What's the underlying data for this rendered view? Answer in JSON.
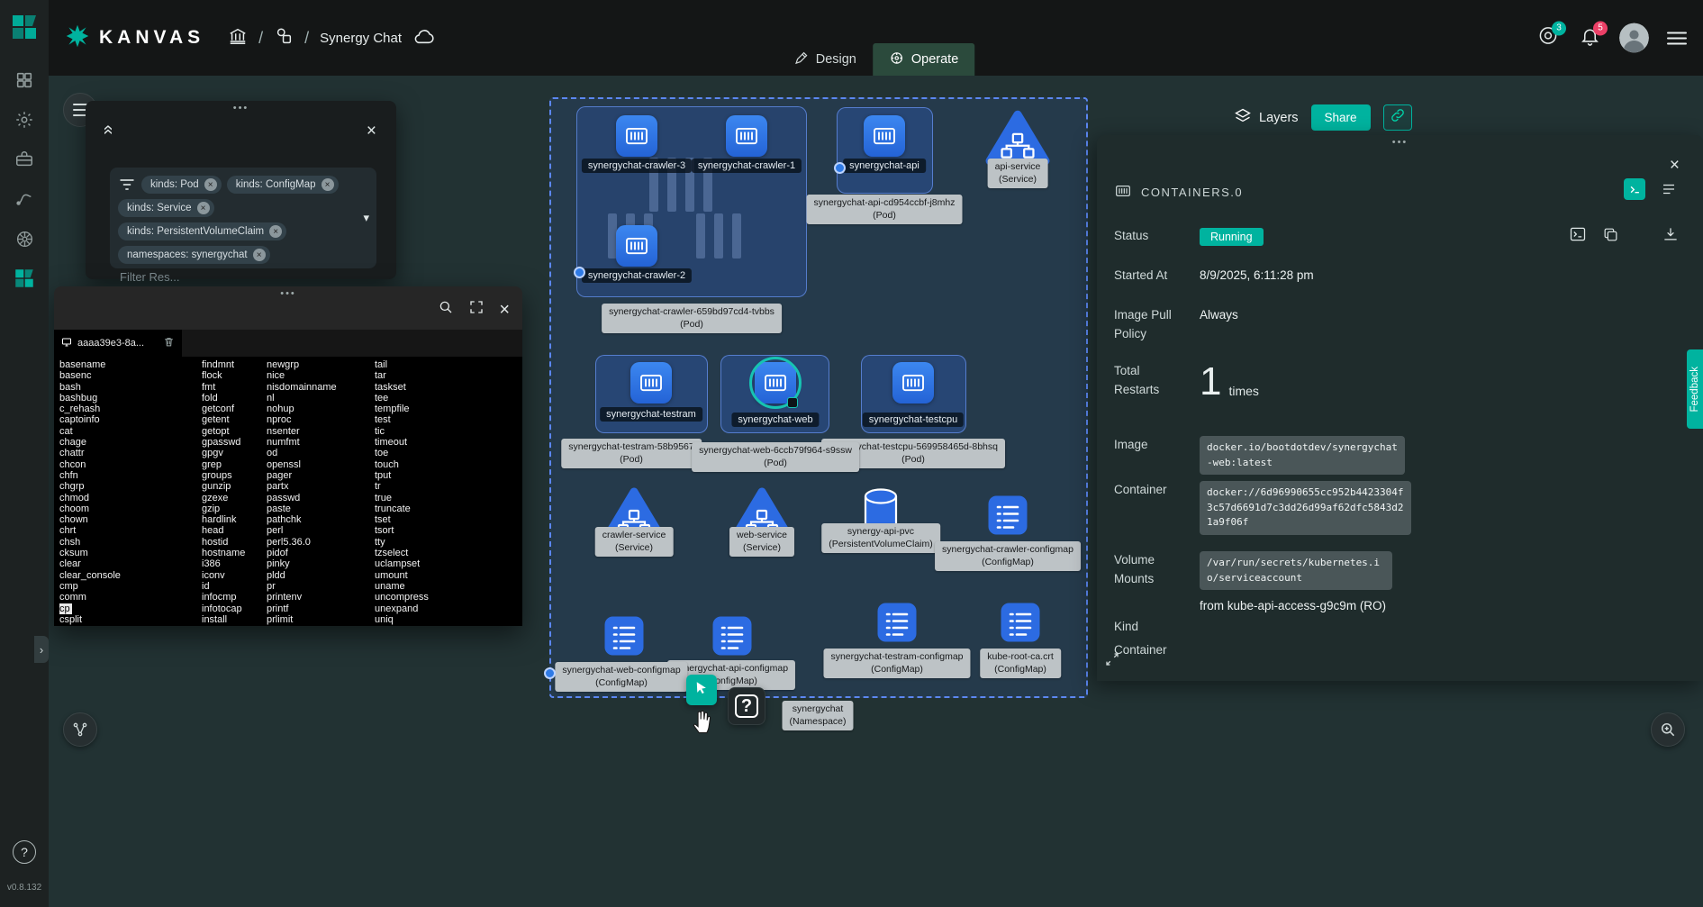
{
  "icons": {
    "close": "×",
    "dots": "•••",
    "collapse": "«",
    "caret": "▾",
    "chevron": "›",
    "question": "?",
    "slash": "/"
  },
  "header": {
    "brand": "KANVAS",
    "project": "Synergy Chat",
    "design_tab": "Design",
    "operate_tab": "Operate",
    "announcements_badge": "3",
    "notifications_badge": "5"
  },
  "sidebar": {
    "version": "v0.8.132"
  },
  "canvas": {
    "layers_label": "Layers",
    "share_label": "Share",
    "feedback_label": "Feedback"
  },
  "filter_panel": {
    "chips": [
      "kinds: Pod",
      "kinds: ConfigMap",
      "kinds: Service",
      "kinds: PersistentVolumeClaim",
      "namespaces: synergychat"
    ],
    "placeholder": "Filter Res..."
  },
  "terminal": {
    "tab_label": "aaaa39e3-8a...",
    "col1": [
      "basename",
      "basenc",
      "bash",
      "bashbug",
      "c_rehash",
      "captoinfo",
      "cat",
      "chage",
      "chattr",
      "chcon",
      "chfn",
      "chgrp",
      "chmod",
      "choom",
      "chown",
      "chrt",
      "chsh",
      "cksum",
      "clear",
      "clear_console",
      "cmp",
      "comm",
      "cp",
      "csplit"
    ],
    "col2": [
      "findmnt",
      "flock",
      "fmt",
      "fold",
      "getconf",
      "getent",
      "getopt",
      "gpasswd",
      "gpgv",
      "grep",
      "groups",
      "gunzip",
      "gzexe",
      "gzip",
      "hardlink",
      "head",
      "hostid",
      "hostname",
      "i386",
      "iconv",
      "id",
      "infocmp",
      "infotocap",
      "install"
    ],
    "col3": [
      "newgrp",
      "nice",
      "nisdomainname",
      "nl",
      "nohup",
      "nproc",
      "nsenter",
      "numfmt",
      "od",
      "openssl",
      "pager",
      "partx",
      "passwd",
      "paste",
      "pathchk",
      "perl",
      "perl5.36.0",
      "pidof",
      "pinky",
      "pldd",
      "pr",
      "printenv",
      "printf",
      "prlimit"
    ],
    "col4": [
      "tail",
      "tar",
      "taskset",
      "tee",
      "tempfile",
      "test",
      "tic",
      "timeout",
      "toe",
      "touch",
      "tput",
      "tr",
      "true",
      "truncate",
      "tset",
      "tsort",
      "tty",
      "tzselect",
      "uclampset",
      "umount",
      "uname",
      "uncompress",
      "unexpand",
      "uniq"
    ]
  },
  "nodes": {
    "crawler3": {
      "label": "synergychat-crawler-3"
    },
    "crawler1": {
      "label": "synergychat-crawler-1"
    },
    "crawler2": {
      "label": "synergychat-crawler-2"
    },
    "crawler_pod": {
      "name": "synergychat-crawler-659bd97cd4-tvbbs",
      "kind": "(Pod)"
    },
    "api": {
      "label": "synergychat-api"
    },
    "api_pod": {
      "name": "synergychat-api-cd954ccbf-j8mhz",
      "kind": "(Pod)"
    },
    "api_service": {
      "name": "api-service",
      "kind": "(Service)"
    },
    "testram": {
      "label": "synergychat-testram"
    },
    "web": {
      "label": "synergychat-web"
    },
    "testcpu": {
      "label": "synergychat-testcpu"
    },
    "testram_pod": {
      "name": "synergychat-testram-58b9567",
      "kind": "(Pod)"
    },
    "web_pod": {
      "name": "synergychat-web-6ccb79f964-s9ssw",
      "kind": "(Pod)"
    },
    "testcpu_pod": {
      "name": "synergychat-testcpu-569958465d-8bhsq",
      "kind": "(Pod)"
    },
    "crawler_service": {
      "name": "crawler-service",
      "kind": "(Service)"
    },
    "web_service": {
      "name": "web-service",
      "kind": "(Service)"
    },
    "pvc": {
      "name": "synergy-api-pvc",
      "kind": "(PersistentVolumeClaim)"
    },
    "crawler_cm": {
      "name": "synergychat-crawler-configmap",
      "kind": "(ConfigMap)"
    },
    "web_cm": {
      "name": "synergychat-web-configmap",
      "kind": "(ConfigMap)"
    },
    "api_cm": {
      "name": "synergychat-api-configmap",
      "kind": "(ConfigMap)"
    },
    "testram_cm": {
      "name": "synergychat-testram-configmap",
      "kind": "(ConfigMap)"
    },
    "kube_root_cm": {
      "name": "kube-root-ca.crt",
      "kind": "(ConfigMap)"
    },
    "namespace": {
      "name": "synergychat",
      "kind": "(Namespace)"
    }
  },
  "details": {
    "title": "CONTAINERS.0",
    "status_label": "Status",
    "status_value": "Running",
    "started_label": "Started At",
    "started_value": "8/9/2025, 6:11:28 pm",
    "image_pull_label": "Image Pull Policy",
    "image_pull_value": "Always",
    "restarts_label": "Total Restarts",
    "restarts_value": "1",
    "restarts_unit": "times",
    "image_label": "Image",
    "image_value": "docker.io/bootdotdev/synergychat-web:latest",
    "container_label": "Container",
    "container_value": "docker://6d96990655cc952b4423304f3c57d6691d7c3dd26d99af62dfc5843d21a9f06f",
    "volume_label": "Volume Mounts",
    "volume_path": "/var/run/secrets/kubernetes.io/serviceaccount",
    "volume_from": "from kube-api-access-g9c9m (RO)",
    "kind_label": "Kind",
    "kind_value": "Container"
  }
}
